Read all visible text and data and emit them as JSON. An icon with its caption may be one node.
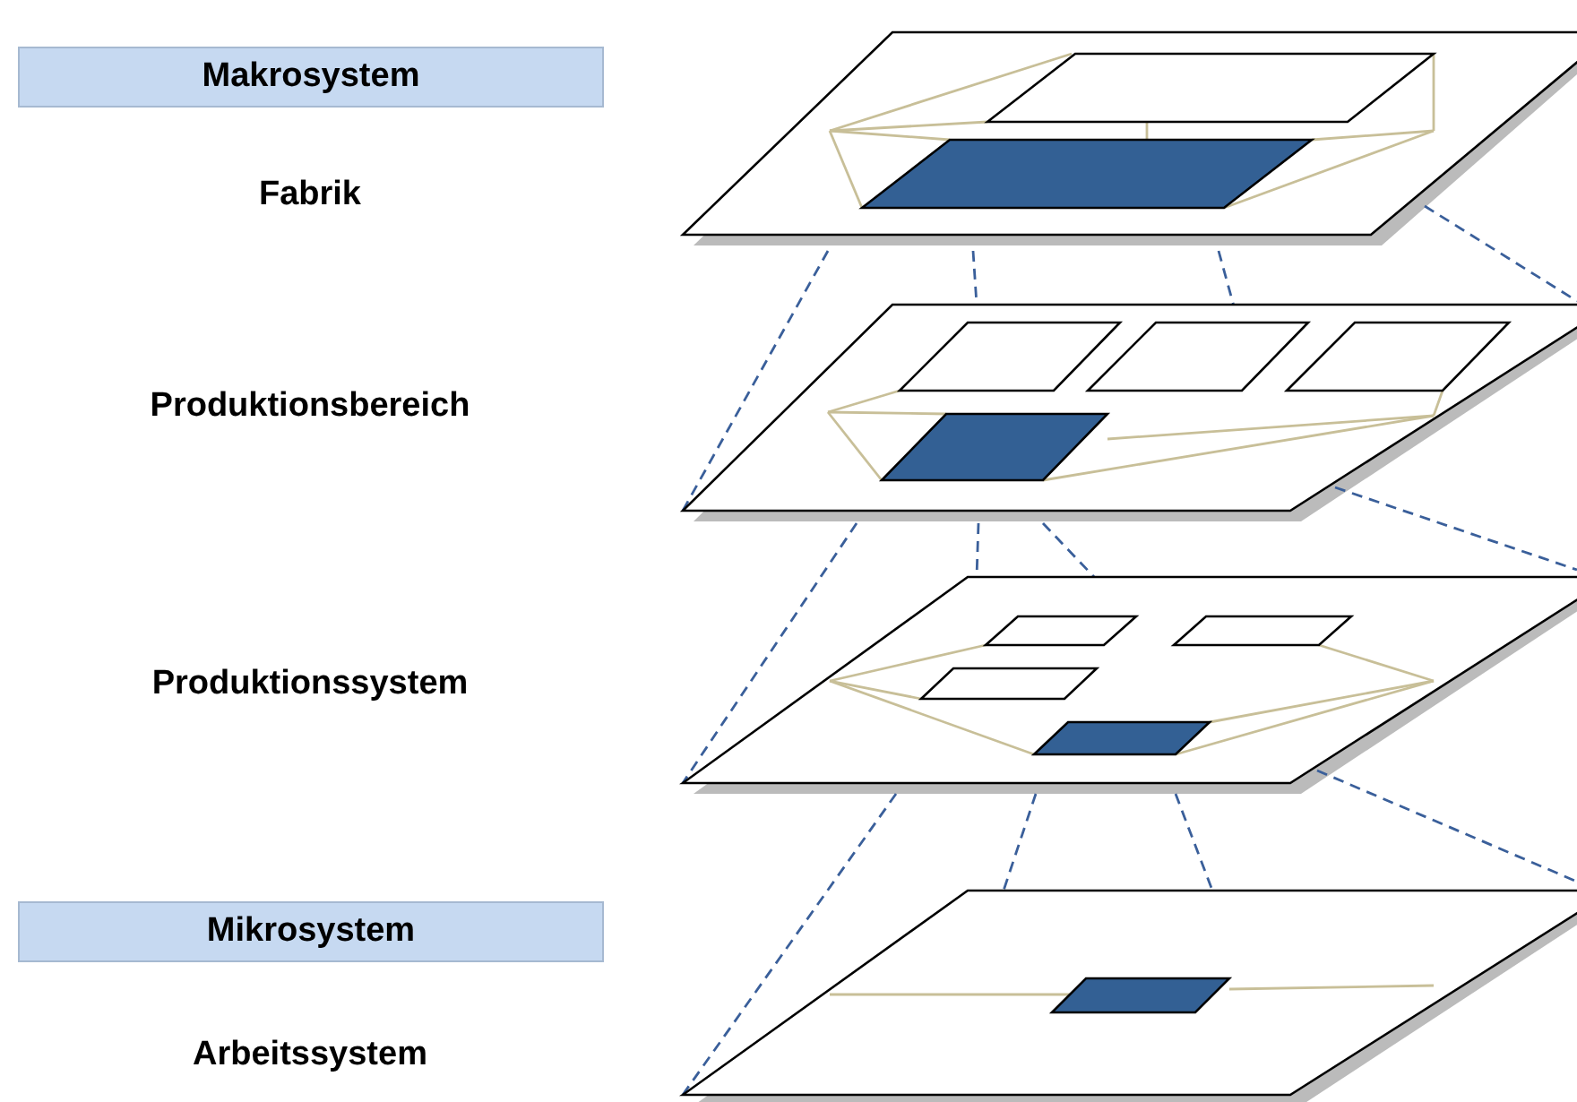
{
  "diagram": {
    "nodes": [
      {
        "text": [
          "Makrosystem"
        ]
      },
      {
        "text": [
          "Mikrosystem"
        ]
      }
    ],
    "labels": [
      "Fabrik",
      "Produktionsbereich",
      "Produktionssystem",
      "Arbeitssystem"
    ]
  }
}
